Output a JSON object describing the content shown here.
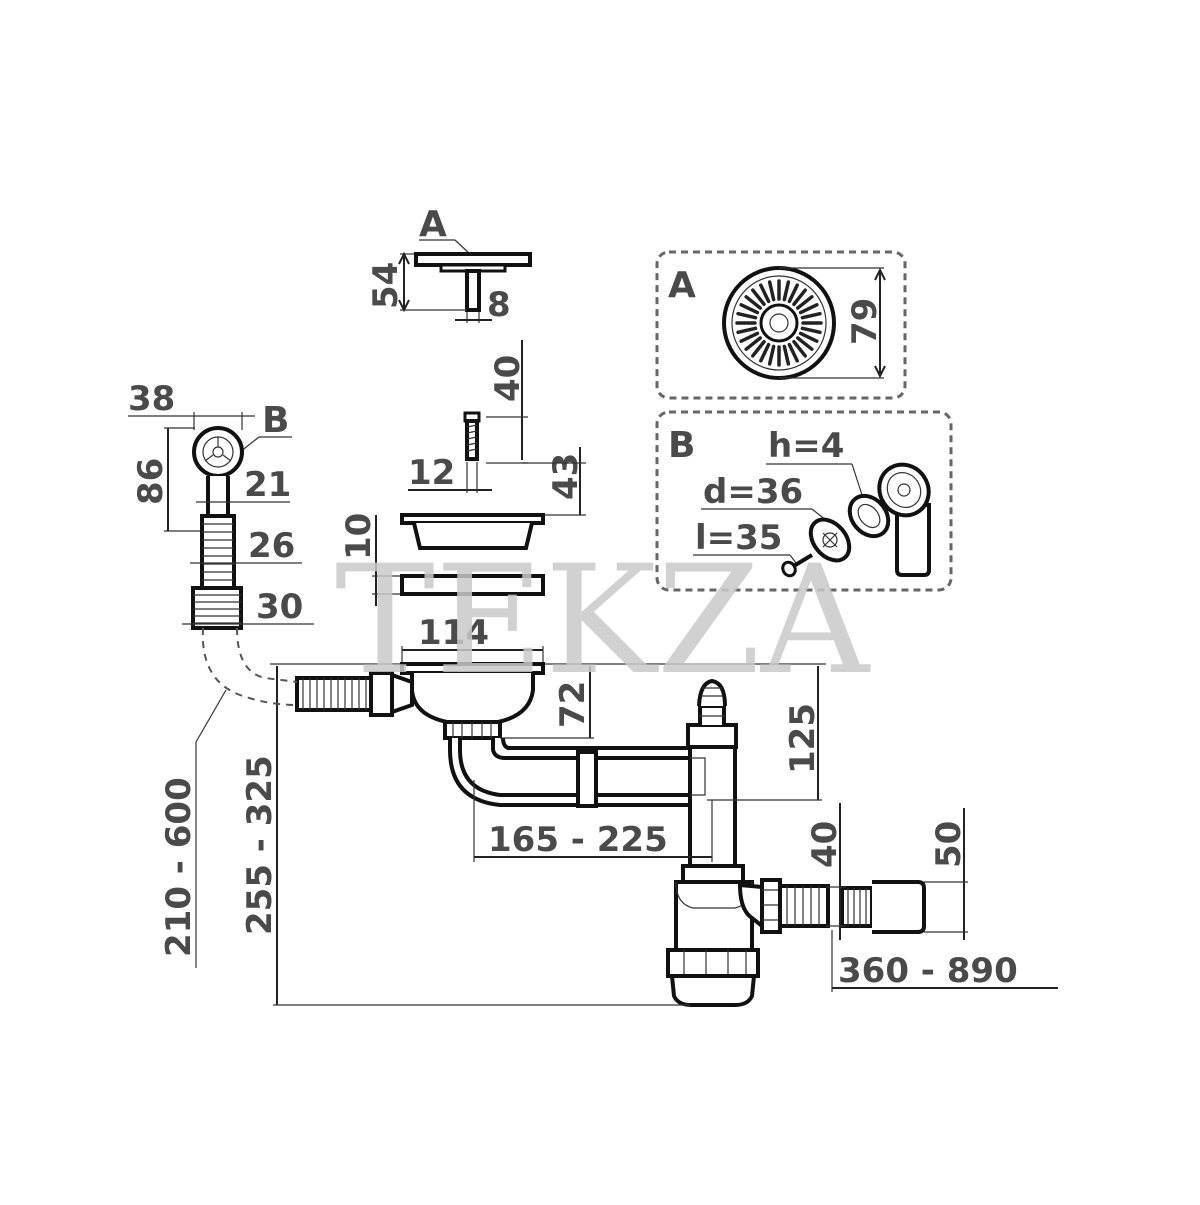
{
  "watermark": "TEKZA",
  "detail_a": {
    "label": "A",
    "diameter": "79"
  },
  "detail_b": {
    "label": "B",
    "h": "h=4",
    "d": "d=36",
    "l": "l=35"
  },
  "strainer": {
    "label": "A",
    "height": "54",
    "stem": "8"
  },
  "bolt": {
    "length": "40",
    "diameter": "12"
  },
  "basket": {
    "height": "43",
    "ring": "10",
    "width": "114",
    "depth": "72"
  },
  "overflow": {
    "label": "B",
    "width": "38",
    "height": "86",
    "inner": "21",
    "hose": "26",
    "nut": "30",
    "hose_length": "210 - 600"
  },
  "siphon": {
    "total_height": "255 - 325",
    "offset": "165 - 225",
    "outlet_height": "125",
    "outlet_d": "40",
    "hose_d": "50",
    "hose_length": "360 - 890"
  }
}
